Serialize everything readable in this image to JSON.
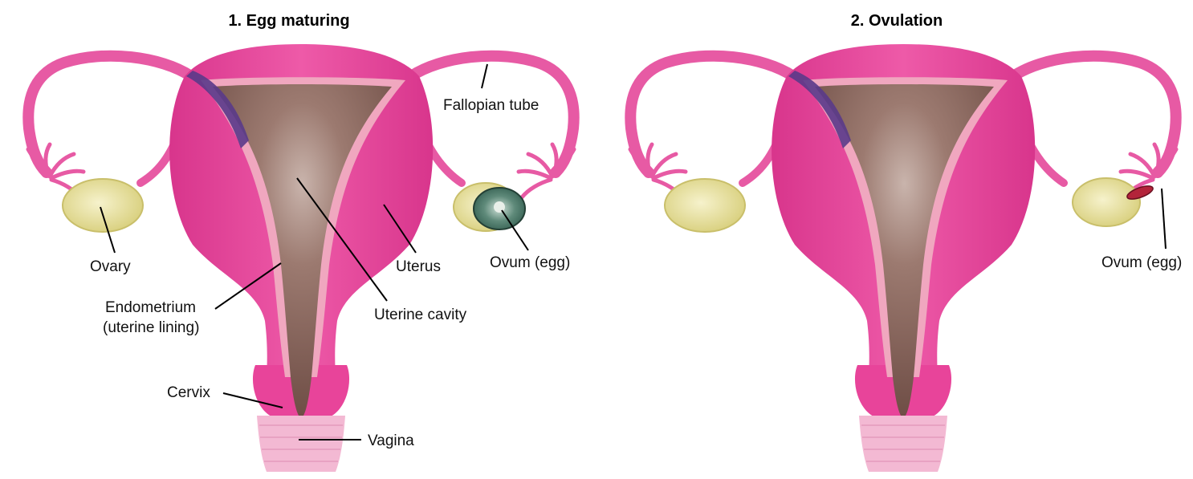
{
  "panels": [
    {
      "title": "1. Egg maturing",
      "labels": {
        "fallopian_tube": "Fallopian tube",
        "ovary": "Ovary",
        "uterus": "Uterus",
        "ovum": "Ovum (egg)",
        "endometrium_line1": "Endometrium",
        "endometrium_line2": "(uterine lining)",
        "uterine_cavity": "Uterine cavity",
        "cervix": "Cervix",
        "vagina": "Vagina"
      }
    },
    {
      "title": "2. Ovulation",
      "labels": {
        "ovum": "Ovum (egg)"
      }
    }
  ],
  "colors": {
    "uterus": "#e8449a",
    "uterus_dark": "#c82b82",
    "cavity": "#7d5a52",
    "tube": "#e75aa4",
    "ovary": "#e9e3a0",
    "vagina": "#f3b9d3",
    "endometrium": "#f0a7bf",
    "follicle": "#4d7a6a",
    "vessel": "#5a3a8a",
    "released_egg": "#b3243a"
  }
}
